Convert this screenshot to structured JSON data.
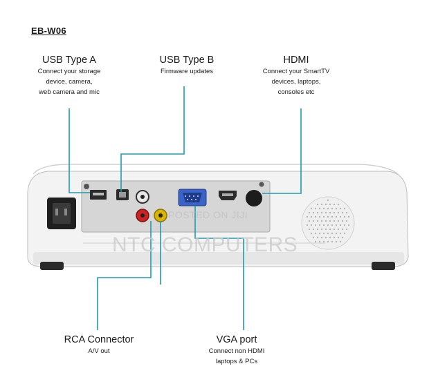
{
  "model": "EB-W06",
  "callouts": {
    "usb_a": {
      "title": "USB Type A",
      "desc": [
        "Connect your storage",
        "device, camera,",
        "web camera and mic"
      ]
    },
    "usb_b": {
      "title": "USB Type B",
      "desc": [
        "Firmware updates"
      ]
    },
    "hdmi": {
      "title": "HDMI",
      "desc": [
        "Connect your SmartTV",
        "devices, laptops,",
        "consoles etc"
      ]
    },
    "rca": {
      "title": "RCA Connector",
      "desc": [
        "A/V out"
      ]
    },
    "vga": {
      "title": "VGA port",
      "desc": [
        "Connect non HDMI",
        "laptops & PCs"
      ]
    }
  },
  "watermark": {
    "line1": "POSTED ON JIJI",
    "line2": "NTC COMPUTERS"
  },
  "colors": {
    "leader": "#1f9bb0",
    "body": "#f2f2f2",
    "panel": "#d8d8d8",
    "vga_blue": "#3a63c8",
    "rca_red": "#cc2222",
    "rca_yellow": "#d8b400"
  }
}
